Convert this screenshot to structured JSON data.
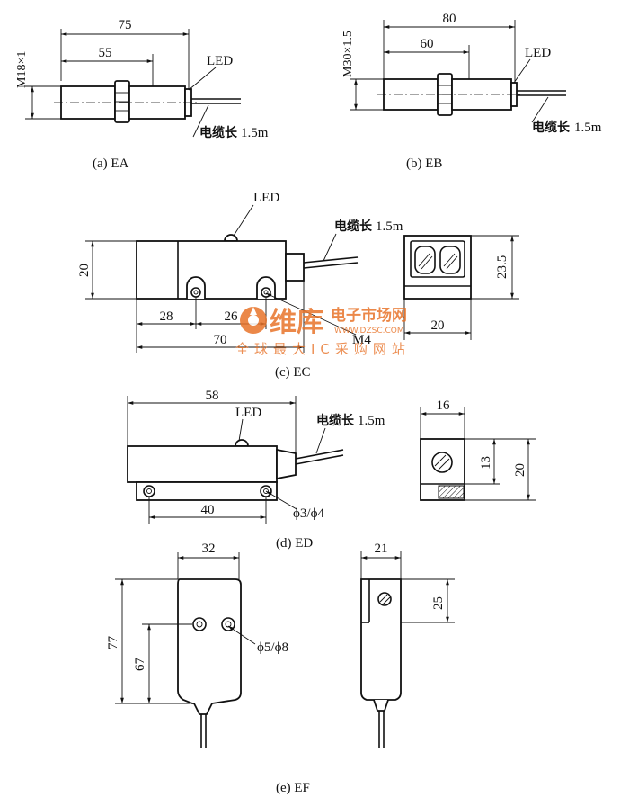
{
  "watermark": {
    "brand_main": "维库",
    "brand_sub": "电子市场网",
    "url": "WWW.DZSC.COM",
    "slogan": "全球最大IC采购网站",
    "color": "#e8742a"
  },
  "ea": {
    "caption": "(a) EA",
    "dim_total": "75",
    "dim_body": "55",
    "dim_thread": "M18×1",
    "led": "LED",
    "cable_cn": "电缆长",
    "cable_len": "1.5m"
  },
  "eb": {
    "caption": "(b) EB",
    "dim_total": "80",
    "dim_body": "60",
    "dim_thread": "M30×1.5",
    "led": "LED",
    "cable_cn": "电缆长",
    "cable_len": "1.5m"
  },
  "ec": {
    "caption": "(c) EC",
    "led": "LED",
    "cable_cn": "电缆长",
    "cable_len": "1.5m",
    "dim_height": "20",
    "dim_28": "28",
    "dim_26": "26",
    "dim_70": "70",
    "screw": "M4",
    "dim_side_h": "23.5",
    "dim_side_w": "20"
  },
  "ed": {
    "caption": "(d) ED",
    "dim_58": "58",
    "led": "LED",
    "cable_cn": "电缆长",
    "cable_len": "1.5m",
    "dim_40": "40",
    "hole": "ϕ3/ϕ4",
    "dim_16": "16",
    "dim_13": "13",
    "dim_20": "20"
  },
  "ef": {
    "caption": "(e) EF",
    "dim_32": "32",
    "dim_77": "77",
    "dim_67": "67",
    "hole": "ϕ5/ϕ8",
    "dim_21": "21",
    "dim_25": "25"
  }
}
